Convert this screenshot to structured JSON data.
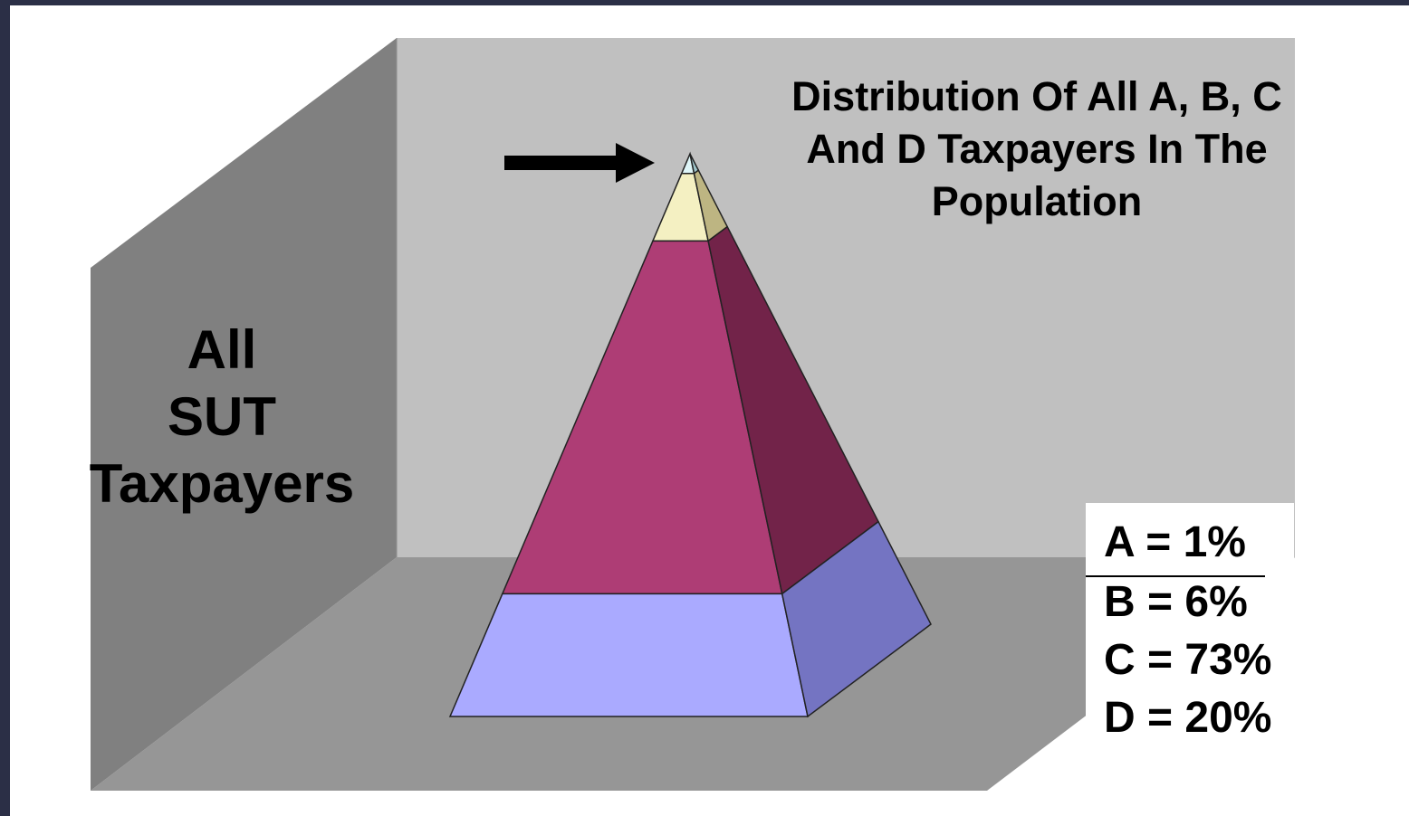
{
  "chart_data": {
    "type": "pyramid",
    "title": "Distribution Of All A, B, C And D Taxpayers In The Population",
    "wall_label": [
      "All",
      "SUT",
      "Taxpayers"
    ],
    "series": [
      {
        "name": "A",
        "value": 1,
        "front_color": "#dff6f8",
        "side_color": "#9fc5ca"
      },
      {
        "name": "B",
        "value": 6,
        "front_color": "#f4f0c2",
        "side_color": "#bdb582"
      },
      {
        "name": "C",
        "value": 73,
        "front_color": "#ae3d75",
        "side_color": "#722349"
      },
      {
        "name": "D",
        "value": 20,
        "front_color": "#aaaaff",
        "side_color": "#7474c2"
      }
    ],
    "legend": [
      "A = 1%",
      "B = 6%",
      "C = 73%",
      "D = 20%"
    ],
    "annotations": [
      "arrow pointing to the A tier at the apex"
    ]
  }
}
